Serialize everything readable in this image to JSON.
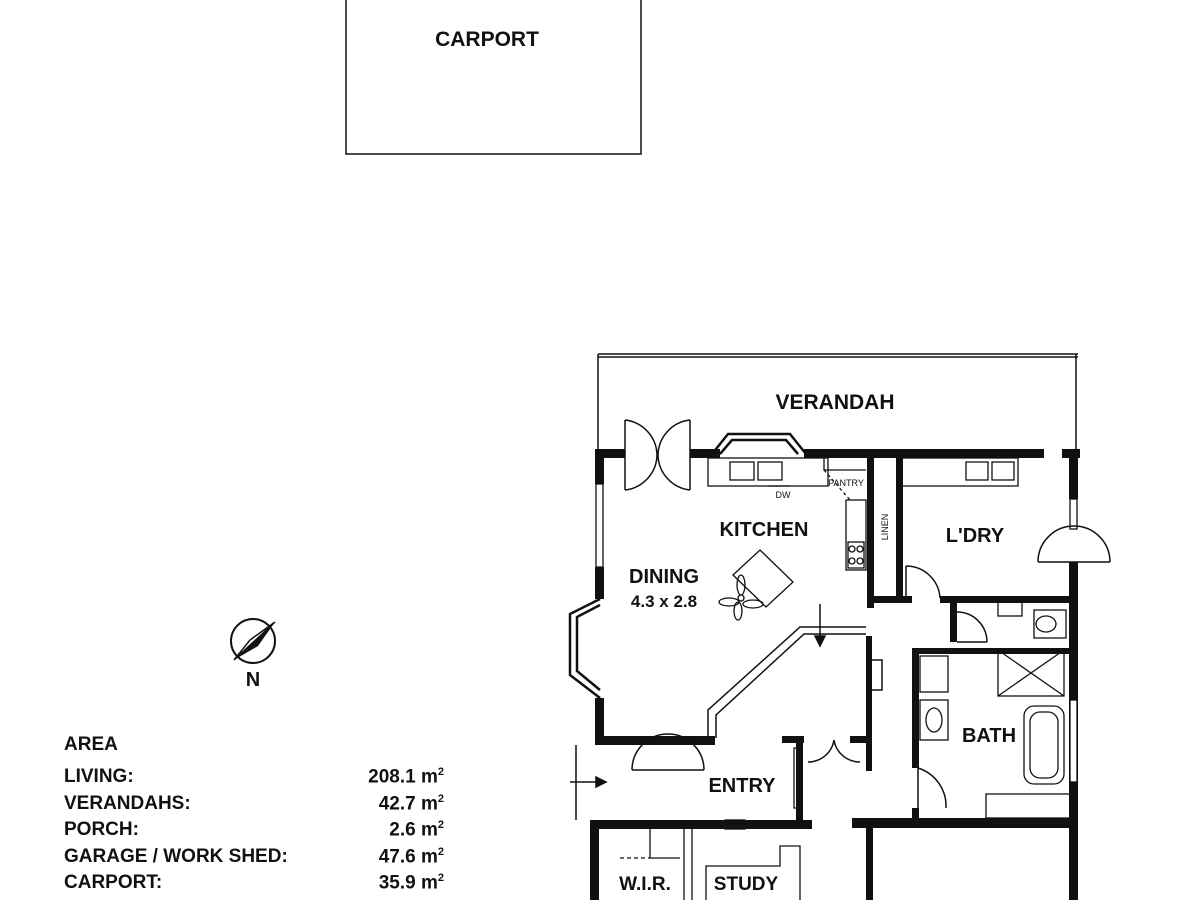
{
  "rooms": {
    "carport": "CARPORT",
    "verandah": "VERANDAH",
    "kitchen": "KITCHEN",
    "dining": "DINING",
    "dining_size": "4.3 x 2.8",
    "laundry": "L'DRY",
    "bath": "BATH",
    "entry": "ENTRY",
    "wir": "W.I.R.",
    "study": "STUDY"
  },
  "fixtures": {
    "pantry": "PANTRY",
    "dishwasher": "DW",
    "linen": "LINEN"
  },
  "compass": {
    "north": "N"
  },
  "area": {
    "title": "AREA",
    "unit_sup": "2",
    "rows": [
      {
        "label": "LIVING:",
        "value": "208.1 m"
      },
      {
        "label": "VERANDAHS:",
        "value": "42.7 m"
      },
      {
        "label": "PORCH:",
        "value": "2.6 m"
      },
      {
        "label": "GARAGE / WORK SHED:",
        "value": "47.6 m"
      },
      {
        "label": "CARPORT:",
        "value": "35.9 m"
      }
    ]
  },
  "colors": {
    "wall": "#111111",
    "background": "#ffffff"
  }
}
